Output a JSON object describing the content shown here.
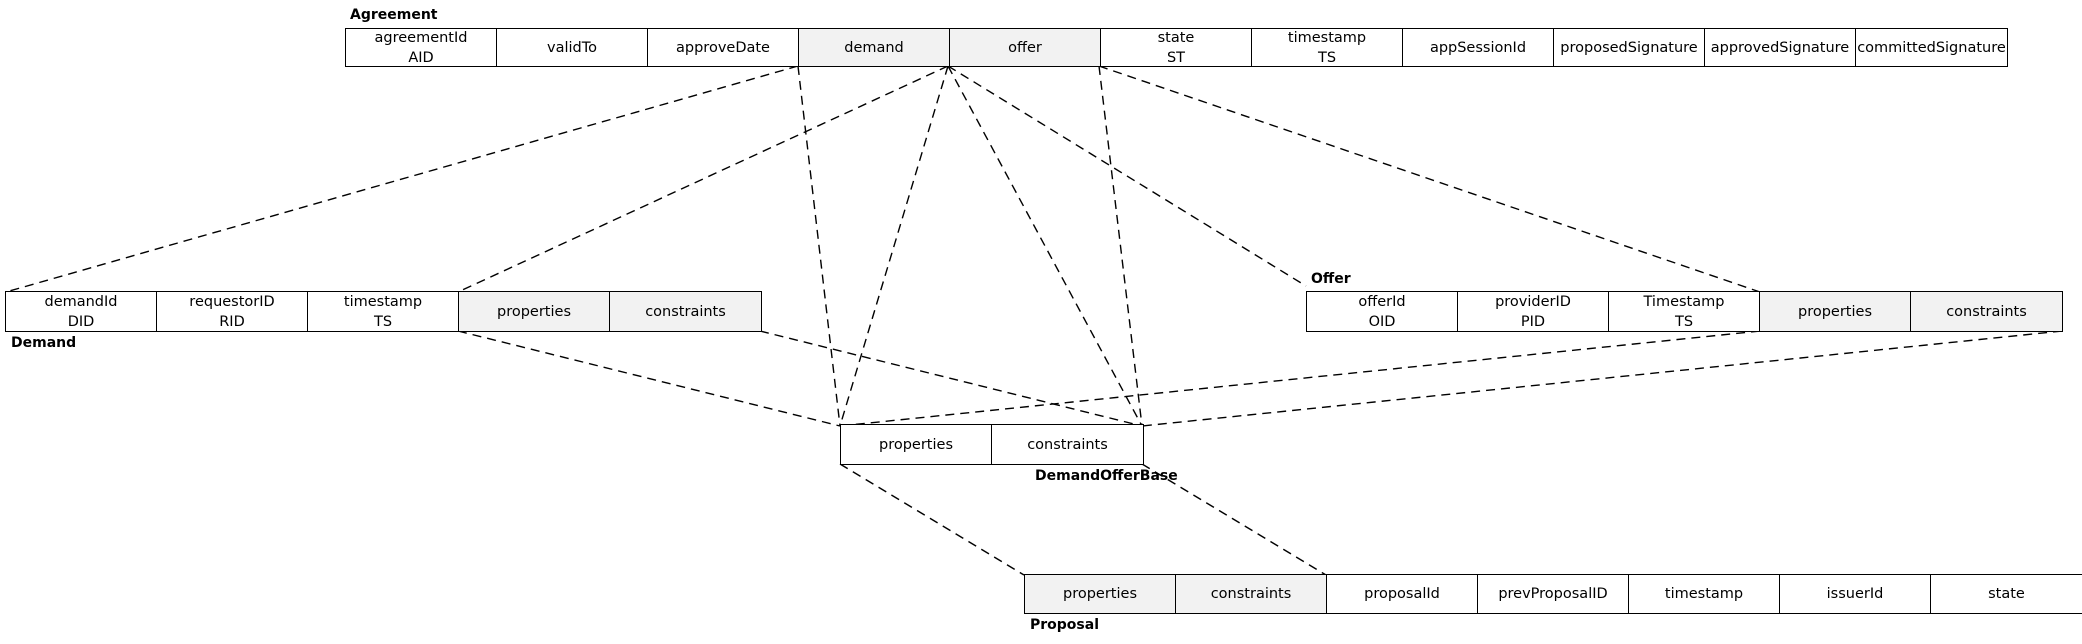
{
  "agreement": {
    "title": "Agreement",
    "fields": [
      {
        "name": "agreementId",
        "abbr": "AID"
      },
      {
        "name": "validTo",
        "abbr": ""
      },
      {
        "name": "approveDate",
        "abbr": ""
      },
      {
        "name": "demand",
        "abbr": "",
        "shaded": true
      },
      {
        "name": "offer",
        "abbr": "",
        "shaded": true
      },
      {
        "name": "state",
        "abbr": "ST"
      },
      {
        "name": "timestamp",
        "abbr": "TS"
      },
      {
        "name": "appSessionId",
        "abbr": ""
      },
      {
        "name": "proposedSignature",
        "abbr": ""
      },
      {
        "name": "approvedSignature",
        "abbr": ""
      },
      {
        "name": "committedSignature",
        "abbr": ""
      }
    ]
  },
  "demand": {
    "title": "Demand",
    "fields": [
      {
        "name": "demandId",
        "abbr": "DID"
      },
      {
        "name": "requestorID",
        "abbr": "RID"
      },
      {
        "name": "timestamp",
        "abbr": "TS"
      },
      {
        "name": "properties",
        "abbr": "",
        "shaded": true
      },
      {
        "name": "constraints",
        "abbr": "",
        "shaded": true
      }
    ]
  },
  "offer": {
    "title": "Offer",
    "fields": [
      {
        "name": "offerId",
        "abbr": "OID"
      },
      {
        "name": "providerID",
        "abbr": "PID"
      },
      {
        "name": "Timestamp",
        "abbr": "TS"
      },
      {
        "name": "properties",
        "abbr": "",
        "shaded": true
      },
      {
        "name": "constraints",
        "abbr": "",
        "shaded": true
      }
    ]
  },
  "base": {
    "title": "DemandOfferBase",
    "fields": [
      {
        "name": "properties",
        "abbr": ""
      },
      {
        "name": "constraints",
        "abbr": ""
      }
    ]
  },
  "proposal": {
    "title": "Proposal",
    "fields": [
      {
        "name": "properties",
        "abbr": "",
        "shaded": true
      },
      {
        "name": "constraints",
        "abbr": "",
        "shaded": true
      },
      {
        "name": "proposalId",
        "abbr": ""
      },
      {
        "name": "prevProposalID",
        "abbr": ""
      },
      {
        "name": "timestamp",
        "abbr": ""
      },
      {
        "name": "issuerId",
        "abbr": ""
      },
      {
        "name": "state",
        "abbr": ""
      }
    ]
  }
}
